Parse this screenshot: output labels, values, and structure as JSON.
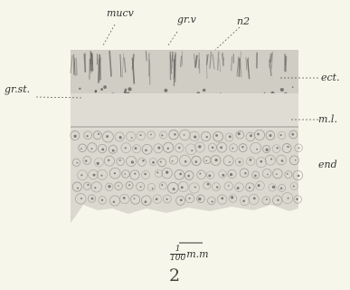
{
  "figure": {
    "number": "2",
    "labels": {
      "mucv": "mucv",
      "grv": "gr.v",
      "n2": "n2",
      "ect": "ect.",
      "grst": "gr.st.",
      "ml": "m.l.",
      "end": "end"
    },
    "scale": {
      "numerator": "1",
      "denominator": "100",
      "unit": "m.m"
    }
  },
  "colors": {
    "background": "#f7f6ea",
    "tissue_light": "#e6e4da",
    "tissue_mid": "#bdbbb3",
    "tissue_dark": "#6e6c66",
    "ink": "#333333"
  }
}
